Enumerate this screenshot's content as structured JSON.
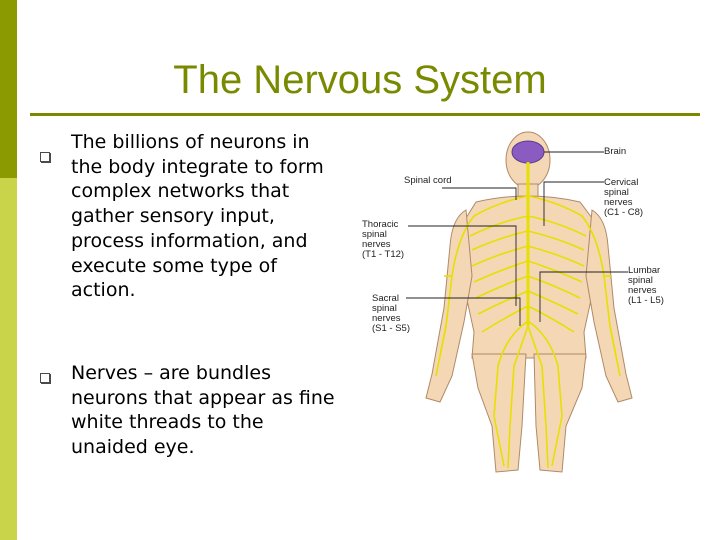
{
  "slide": {
    "title": "The Nervous System",
    "bullets": [
      {
        "text": "The billions of neurons in the body integrate to form complex networks that gather sensory input, process information, and execute some type of action."
      },
      {
        "text": "Nerves – are bundles neurons that appear as fine white threads to the unaided eye."
      }
    ]
  },
  "figure": {
    "labels": {
      "brain": "Brain",
      "spinal_cord": "Spinal cord",
      "cervical": "Cervical\nspinal\nnerves\n(C1 - C8)",
      "thoracic": "Thoracic\nspinal\nnerves\n(T1 - T12)",
      "lumbar": "Lumbar\nspinal\nnerves\n(L1 - L5)",
      "sacral": "Sacral\nspinal\nnerves\n(S1 - S5)"
    }
  },
  "colors": {
    "accent": "#7a8a00",
    "sidebar_dark": "#8a9a00",
    "sidebar_light": "#c9d44a",
    "skin": "#f4d7b5",
    "nerve": "#e6e000",
    "brain": "#8a5cc2"
  }
}
